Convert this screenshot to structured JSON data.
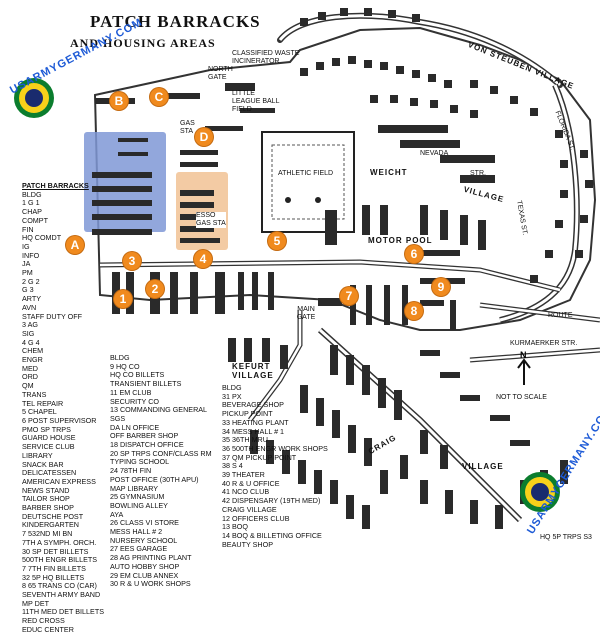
{
  "title": "PATCH BARRACKS",
  "subtitle": "AND HOUSING AREAS",
  "site_label": "USARMYGERMANY.COM",
  "colors": {
    "marker": "#f08a1e",
    "blue_area": "#7f98d6",
    "orange_area": "#f2c59a"
  },
  "markers": [
    "A",
    "B",
    "C",
    "D",
    "1",
    "2",
    "3",
    "4",
    "5",
    "6",
    "7",
    "8",
    "9"
  ],
  "places": {
    "north_gate": "NORTH GATE",
    "classified": "CLASSIFIED WASTE INCINERATOR",
    "little_league": "LITTLE LEAGUE BALL FIELD",
    "gas_sta": "GAS STA",
    "athletic": "ATHLETIC FIELD",
    "esso": "ESSO GAS STA",
    "main_gate": "MAIN GATE",
    "motor_pool": "MOTOR POOL",
    "weicht": "WEICHT",
    "village": "VILLAGE",
    "von_steuben": "VON STEUBEN VILLAGE",
    "nevada": "NEVADA",
    "str": "STR.",
    "texas": "TEXAS ST.",
    "florida": "FLORIDA ST.",
    "route": "ROUTE",
    "kurmaerker": "KURMAERKER STR.",
    "not_to_scale": "NOT TO SCALE",
    "kefurt": "KEFURT VILLAGE",
    "craig": "CRAIG",
    "craig_village": "VILLAGE",
    "hq": "HQ 5P TRPS S3"
  },
  "legend_left": {
    "header": "PATCH BARRACKS",
    "bldg": "BLDG",
    "lines": [
      "1  G 1",
      "CHAP",
      "COMPT",
      "FIN",
      "HQ COMDT",
      "IG",
      "INFO",
      "JA",
      "PM",
      "2  G 2",
      "G 3",
      "ARTY",
      "AVN",
      "STAFF DUTY OFF",
      "3  AG",
      "SIG",
      "4  G 4",
      "CHEM",
      "ENGR",
      "MED",
      "ORD",
      "QM",
      "TRANS",
      "TEL REPAIR",
      "5  CHAPEL",
      "6  POST SUPERVISOR",
      "PMO SP TRPS",
      "GUARD HOUSE",
      "SERVICE CLUB",
      "LIBRARY",
      "SNACK BAR",
      "DELICATESSEN",
      "AMERICAN EXPRESS",
      "NEWS STAND",
      "TAILOR SHOP",
      "BARBER SHOP",
      "DEUTSCHE POST",
      "KINDERGARTEN",
      "7  532ND MI BN",
      "7TH A SYMPH. ORCH.",
      "30  SP DET BILLETS",
      "500TH ENGR BILLETS",
      "7  7TH FIN BILLETS",
      "32  5P HQ BILLETS",
      "8  65 TRANS Co (CAR)",
      "SEVENTH ARMY BAND",
      "MP DET",
      "11TH MED DET BILLETS",
      "RED CROSS",
      "EDUC CENTER"
    ]
  },
  "legend_mid": {
    "bldg": "BLDG",
    "lines": [
      "9  HQ Co",
      "HQ Co BILLETS",
      "TRANSIENT BILLETS",
      "11  EM CLUB",
      "SECURITY Co",
      "13  COMMANDING GENERAL",
      "SGS",
      "DA LN OFFICE",
      "OFF BARBER SHOP",
      "18  DISPATCH OFFICE",
      "20  SP TRPS CONF/CLASS RM",
      "TYPING SCHOOL",
      "24  78TH FIN",
      "POST OFFICE (30TH APU)",
      "MAP LIBRARY",
      "25  GYMNASIUM",
      "BOWLING ALLEY",
      "AYA",
      "26  CLASS VI STORE",
      "MESS HALL # 2",
      "NURSERY SCHOOL",
      "27  EES GARAGE",
      "28  AG PRINTING PLANT",
      "AUTO HOBBY SHOP",
      "29  EM CLUB ANNEX",
      "30  R & U WORK SHOPS"
    ]
  },
  "legend_right": {
    "bldg": "BLDG",
    "lines": [
      "31  PX",
      "BEVERAGE SHOP",
      "PICKUP POINT",
      "33  HEATING PLANT",
      "34  MESS HALL # 1",
      "35  36TH MRU",
      "36  500TH ENGR WORK SHOPS",
      "37  QM PICKUP POINT",
      "38  S 4",
      "39  THEATER",
      "40  R & U OFFICE",
      "41  NCO CLUB",
      "42  DISPENSARY (19TH MED)",
      "CRAIG VILLAGE",
      "12  OFFICERS CLUB",
      "13  BOQ",
      "14  BOQ & BILLETING OFFICE",
      "BEAUTY SHOP"
    ]
  }
}
